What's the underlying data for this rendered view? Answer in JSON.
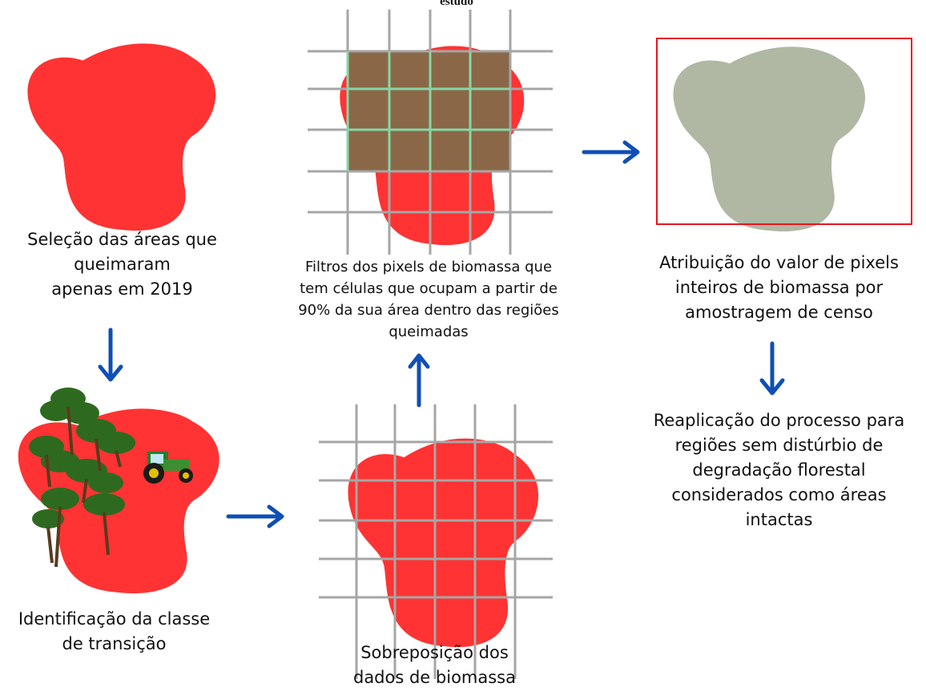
{
  "header": {
    "title_fragment": "estudo"
  },
  "steps": [
    {
      "label": "Seleção das áreas que\nqueimaram\napenas em 2019"
    },
    {
      "label": "Identificação da classe\nde transição"
    },
    {
      "label": "Sobreposição dos\ndados de biomassa"
    },
    {
      "label": "Filtros dos pixels de biomassa que\ntem células que ocupam a partir de\n90% da sua área dentro das regiões\nqueimadas"
    },
    {
      "label": "Atribuição do valor de pixels\ninteiros  de biomassa por\namostragem de censo"
    },
    {
      "label": "Reaplicação do processo para\nregiões sem  distúrbio de\ndegradação florestal\nconsiderados como áreas\nintactas"
    }
  ],
  "colors": {
    "burned_area": "#ff3333",
    "grid_line": "#a6a6a6",
    "selected_cell": "#86d6a8",
    "biomass_overlay": "#8a6847",
    "estimated_area": "#b0b8a4",
    "highlight_border": "#e8141c",
    "arrow": "#0f4fb4"
  },
  "icons": [
    "tree-icon",
    "tractor-icon",
    "arrow-down-icon",
    "arrow-right-icon",
    "arrow-up-icon"
  ]
}
